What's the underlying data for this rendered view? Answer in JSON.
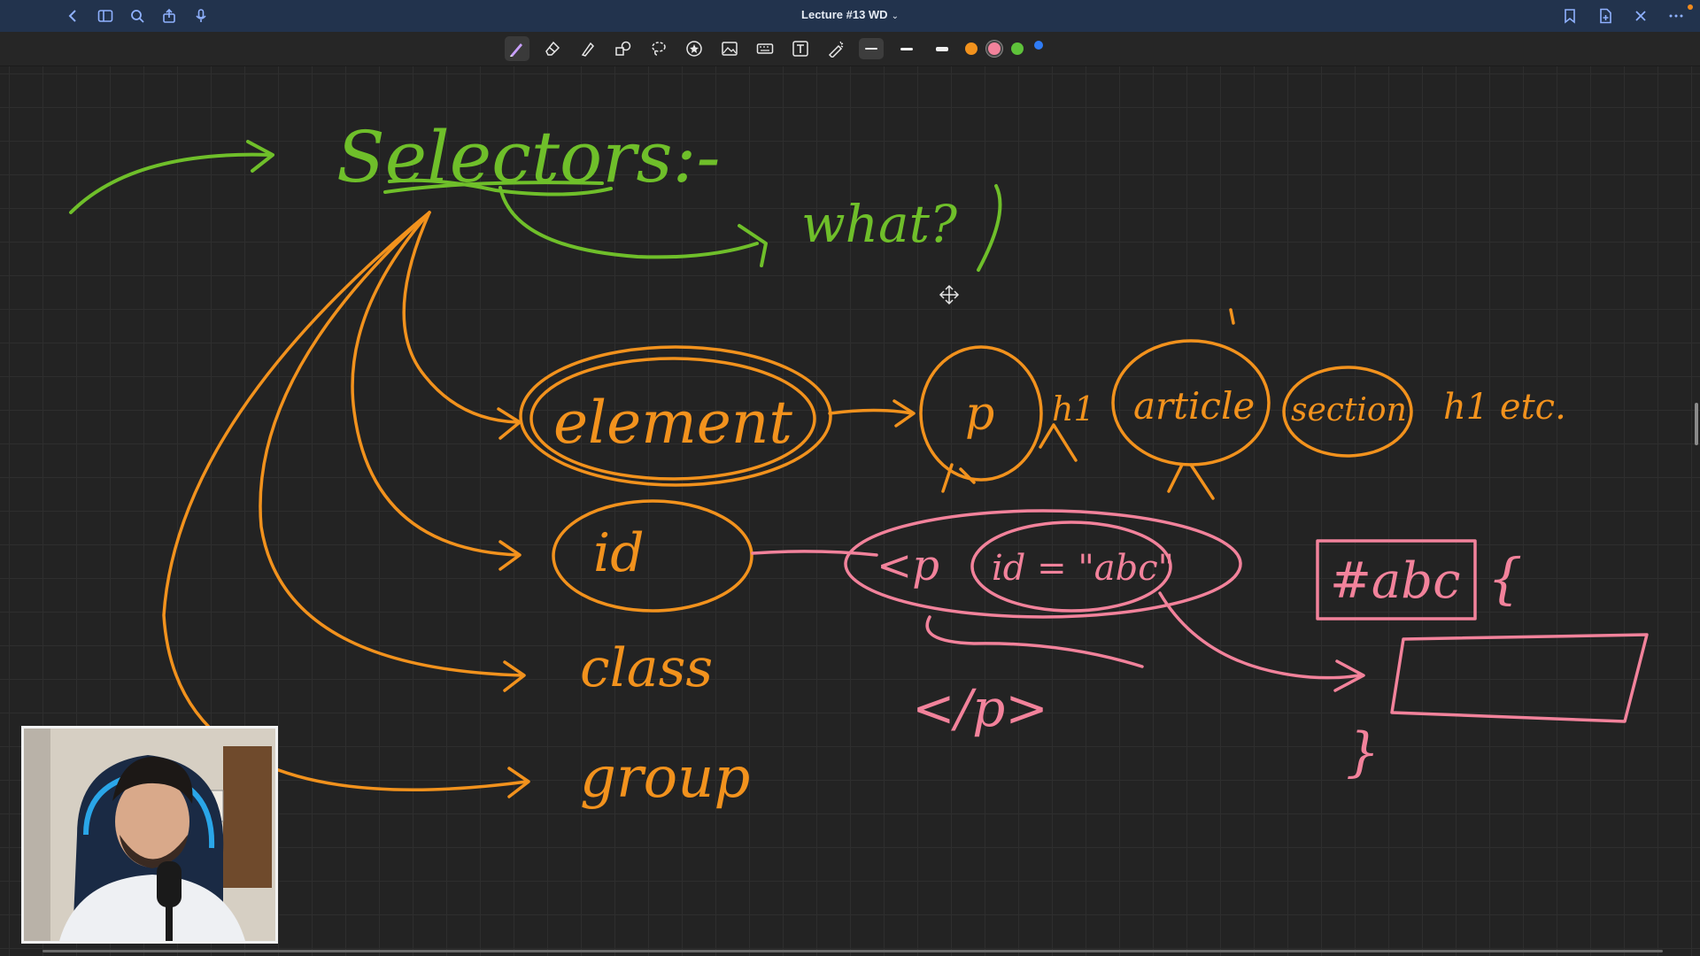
{
  "window": {
    "title": "Lecture #13 WD",
    "title_caret": "⌄"
  },
  "colors": {
    "green": "#6fbf2a",
    "orange": "#f2921d",
    "pink": "#f2829b",
    "toolbar_swatches": [
      "#f2921d",
      "#f2829b",
      "#5ec23a",
      "#2f7cf6"
    ]
  },
  "titlebar": {
    "left_icons": [
      "back-chevron-icon",
      "sidebar-icon",
      "search-icon",
      "share-icon",
      "microphone-icon"
    ],
    "right_icons": [
      "bookmark-icon",
      "add-page-icon",
      "close-icon",
      "more-icon"
    ]
  },
  "toolbar": {
    "tools": [
      "pen-tool",
      "eraser-tool",
      "highlighter-tool",
      "shapes-tool",
      "lasso-tool",
      "sticker-tool",
      "image-tool",
      "keyboard-tool",
      "text-tool",
      "laser-pointer-tool"
    ],
    "strokes": [
      "thin",
      "medium",
      "thick"
    ]
  },
  "notes": {
    "heading": "Selectors:-",
    "question": "what?",
    "types": {
      "element": "element",
      "id": "id",
      "class": "class",
      "group": "group"
    },
    "element_examples": [
      "p",
      "h1",
      "article",
      "section",
      "h1 etc."
    ],
    "id_example_open": "<p",
    "id_example_attr": "id = \"abc\"",
    "id_example_close": "</p>",
    "css_selector": "#abc",
    "open_brace": "{",
    "close_brace": "}"
  }
}
